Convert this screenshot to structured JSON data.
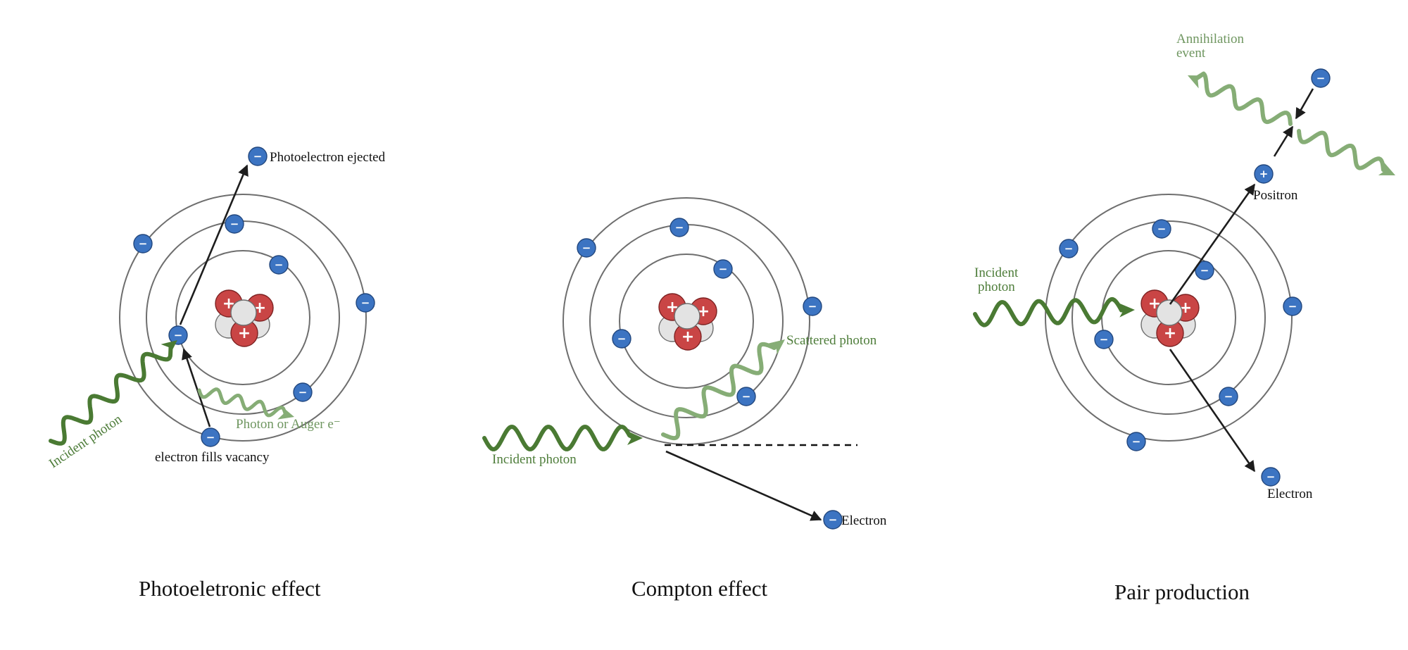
{
  "colors": {
    "orbit": "#6e6e6e",
    "electron": "#3c74c2",
    "electron_stroke": "#22477e",
    "proton": "#c94545",
    "proton_stroke": "#7d2222",
    "neutron": "#e3e3e3",
    "neutron_stroke": "#6e6e6e",
    "photon_dark": "#4a7a33",
    "photon_light": "#86ad76",
    "arrow": "#1d1d1d",
    "text": "#111111",
    "green_text": "#4e7d3a"
  },
  "symbols": {
    "electron": "−",
    "proton": "+",
    "positron": "+"
  },
  "icons": {
    "electron": "electron-minus-icon",
    "proton": "proton-plus-icon",
    "neutron": "neutron-icon",
    "photon": "wavy-photon-arrow-icon"
  },
  "panels": [
    {
      "caption": "Photoeletronic effect",
      "labels": {
        "incident": "Incident photon",
        "ejected": "Photoelectron ejected",
        "emitted": "Photon or Auger e⁻",
        "vacancy": "electron fills vacancy"
      }
    },
    {
      "caption": "Compton effect",
      "labels": {
        "incident": "Incident photon",
        "scattered": "Scattered photon",
        "electron": "Electron"
      }
    },
    {
      "caption": "Pair production",
      "labels": {
        "incident_line1": "Incident",
        "incident_line2": "photon",
        "positron": "Positron",
        "electron": "Electron",
        "annihilation_line1": "Annihilation",
        "annihilation_line2": "event"
      }
    }
  ]
}
